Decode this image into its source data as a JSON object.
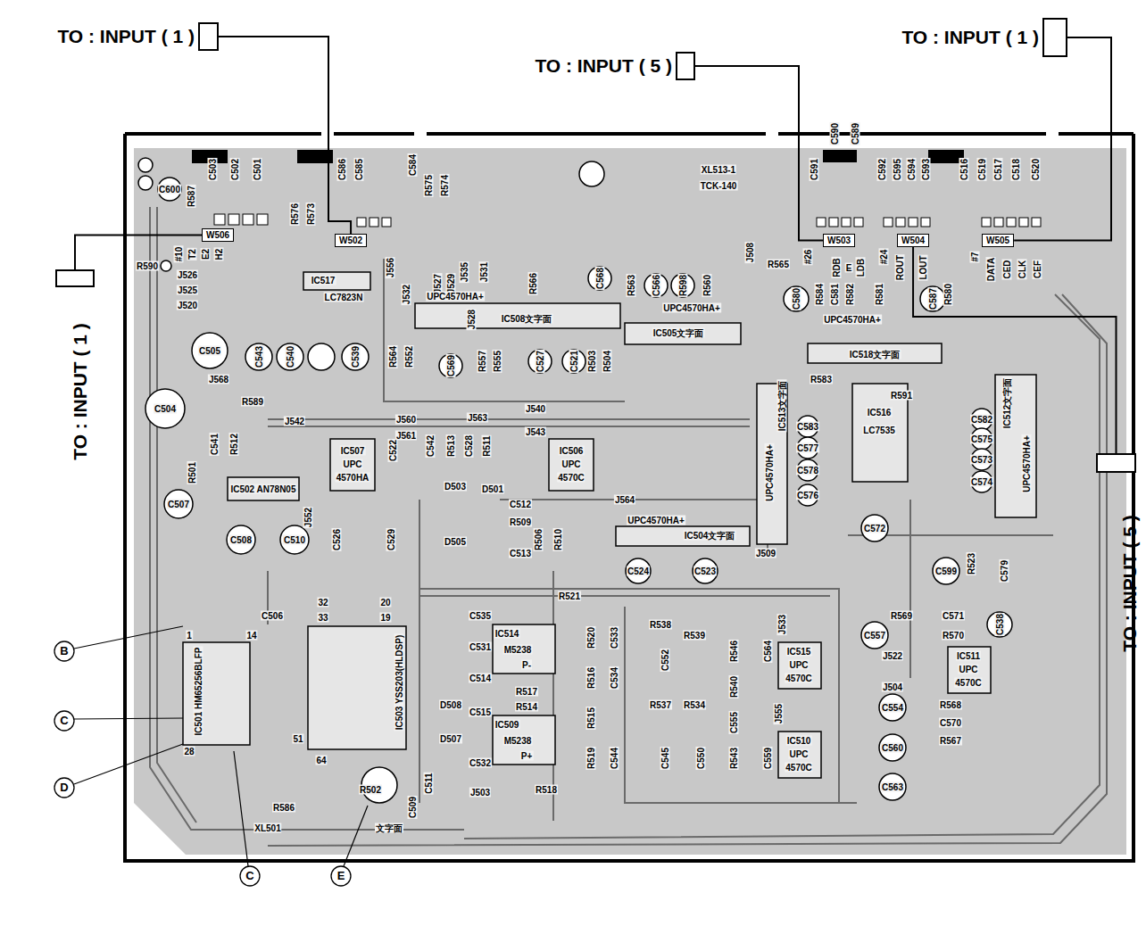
{
  "diagram": {
    "nodes": [
      {
        "text": [
          "TO : INPUT ( 1 )"
        ]
      },
      {
        "text": [
          "TO : INPUT ( 5 )"
        ]
      },
      {
        "text": [
          "TO : INPUT ( 1 )"
        ]
      },
      {
        "text": [
          "TO : INPUT ( 1 )"
        ]
      },
      {
        "text": [
          "TO : INPUT ( 5 )"
        ]
      },
      {
        "text": [
          "W506"
        ]
      },
      {
        "text": [
          "W502"
        ]
      },
      {
        "text": [
          "W503"
        ]
      },
      {
        "text": [
          "W504"
        ]
      },
      {
        "text": [
          "W505"
        ]
      }
    ],
    "edges": [
      {
        "from": 0,
        "to": 6,
        "arrow": "none"
      },
      {
        "from": 1,
        "to": 7,
        "arrow": "none"
      },
      {
        "from": 2,
        "to": 9,
        "arrow": "none"
      },
      {
        "from": 3,
        "to": 5,
        "arrow": "none"
      },
      {
        "from": 4,
        "to": 8,
        "arrow": "none"
      }
    ],
    "labels": [
      "C503",
      "C502",
      "C501",
      "C586",
      "C585",
      "C584",
      "R575",
      "R574",
      "C600",
      "R587",
      "R576",
      "R573",
      "#10",
      "T2",
      "E2",
      "H2",
      "R590",
      "J526",
      "J525",
      "J520",
      "IC517",
      "LC7823N",
      "J556",
      "J532",
      "J527",
      "J529",
      "J535",
      "J528",
      "J531",
      "J508",
      "XL513-1",
      "TCK-140",
      "C591",
      "C590",
      "C589",
      "C592",
      "C595",
      "C594",
      "C593",
      "C516",
      "C519",
      "C517",
      "C518",
      "C520",
      "#26",
      "RDB",
      "E",
      "LDB",
      "#24",
      "ROUT",
      "LOUT",
      "#7",
      "DATA",
      "CED",
      "CLK",
      "CEF",
      "R565",
      "UPC4570HA+",
      "IC508文字面",
      "UPC4570HA+",
      "IC505文字面",
      "UPC4570HA+",
      "IC518文字面",
      "R566",
      "C568",
      "R563",
      "C566",
      "R598",
      "R560",
      "C580",
      "R584",
      "C581",
      "R582",
      "R581",
      "C587",
      "R580",
      "C505",
      "C504",
      "R589",
      "J568",
      "C543",
      "C540",
      "C539",
      "R564",
      "R552",
      "C569",
      "R557",
      "R555",
      "C527",
      "C521",
      "R503",
      "R504",
      "J542",
      "J560",
      "J561",
      "J563",
      "J540",
      "J543",
      "IC507",
      "UPC",
      "4570HA",
      "IC506",
      "UPC",
      "4570C",
      "C541",
      "R512",
      "C522",
      "C542",
      "R513",
      "C528",
      "R511",
      "R501",
      "IC502 AN78N05",
      "C507",
      "C508",
      "C510",
      "C526",
      "C529",
      "D503",
      "D501",
      "D505",
      "C512",
      "R509",
      "R506",
      "R510",
      "C513",
      "J564",
      "UPC4570HA+",
      "IC504文字面",
      "C524",
      "C523",
      "J509",
      "UPC4570HA+",
      "IC513文字面",
      "R591",
      "IC516",
      "LC7535",
      "C583",
      "C577",
      "C578",
      "C576",
      "C582",
      "C575",
      "C573",
      "C574",
      "IC512文字面",
      "UPC4570HA+",
      "R583",
      "C572",
      "C599",
      "R523",
      "C579",
      "C538",
      "R569",
      "C571",
      "R570",
      "C557",
      "J522",
      "IC511",
      "UPC",
      "4570C",
      "J504",
      "C554",
      "C560",
      "C563",
      "R568",
      "C570",
      "R567",
      "IC515",
      "UPC",
      "4570C",
      "IC510",
      "UPC",
      "4570C",
      "IC514",
      "M5238",
      "P-",
      "IC509",
      "M5238",
      "P+",
      "R521",
      "R517",
      "R514",
      "R518",
      "C535",
      "C531",
      "C514",
      "C515",
      "C532",
      "J503",
      "D508",
      "D507",
      "R520",
      "R516",
      "R515",
      "R519",
      "C533",
      "C534",
      "C544",
      "R538",
      "R539",
      "R537",
      "R534",
      "C552",
      "C545",
      "R546",
      "R540",
      "C555",
      "C550",
      "R543",
      "C564",
      "C559",
      "J533",
      "J555",
      "IC503 YSS203(HLDSP)",
      "IC501 HM65256BLFP",
      "C506",
      "J552",
      "XL501",
      "R586",
      "R502",
      "文字面",
      "C509",
      "C511",
      "33",
      "32",
      "20",
      "19",
      "51",
      "64",
      "1",
      "14",
      "28",
      "B",
      "C",
      "D",
      "C",
      "E"
    ]
  }
}
